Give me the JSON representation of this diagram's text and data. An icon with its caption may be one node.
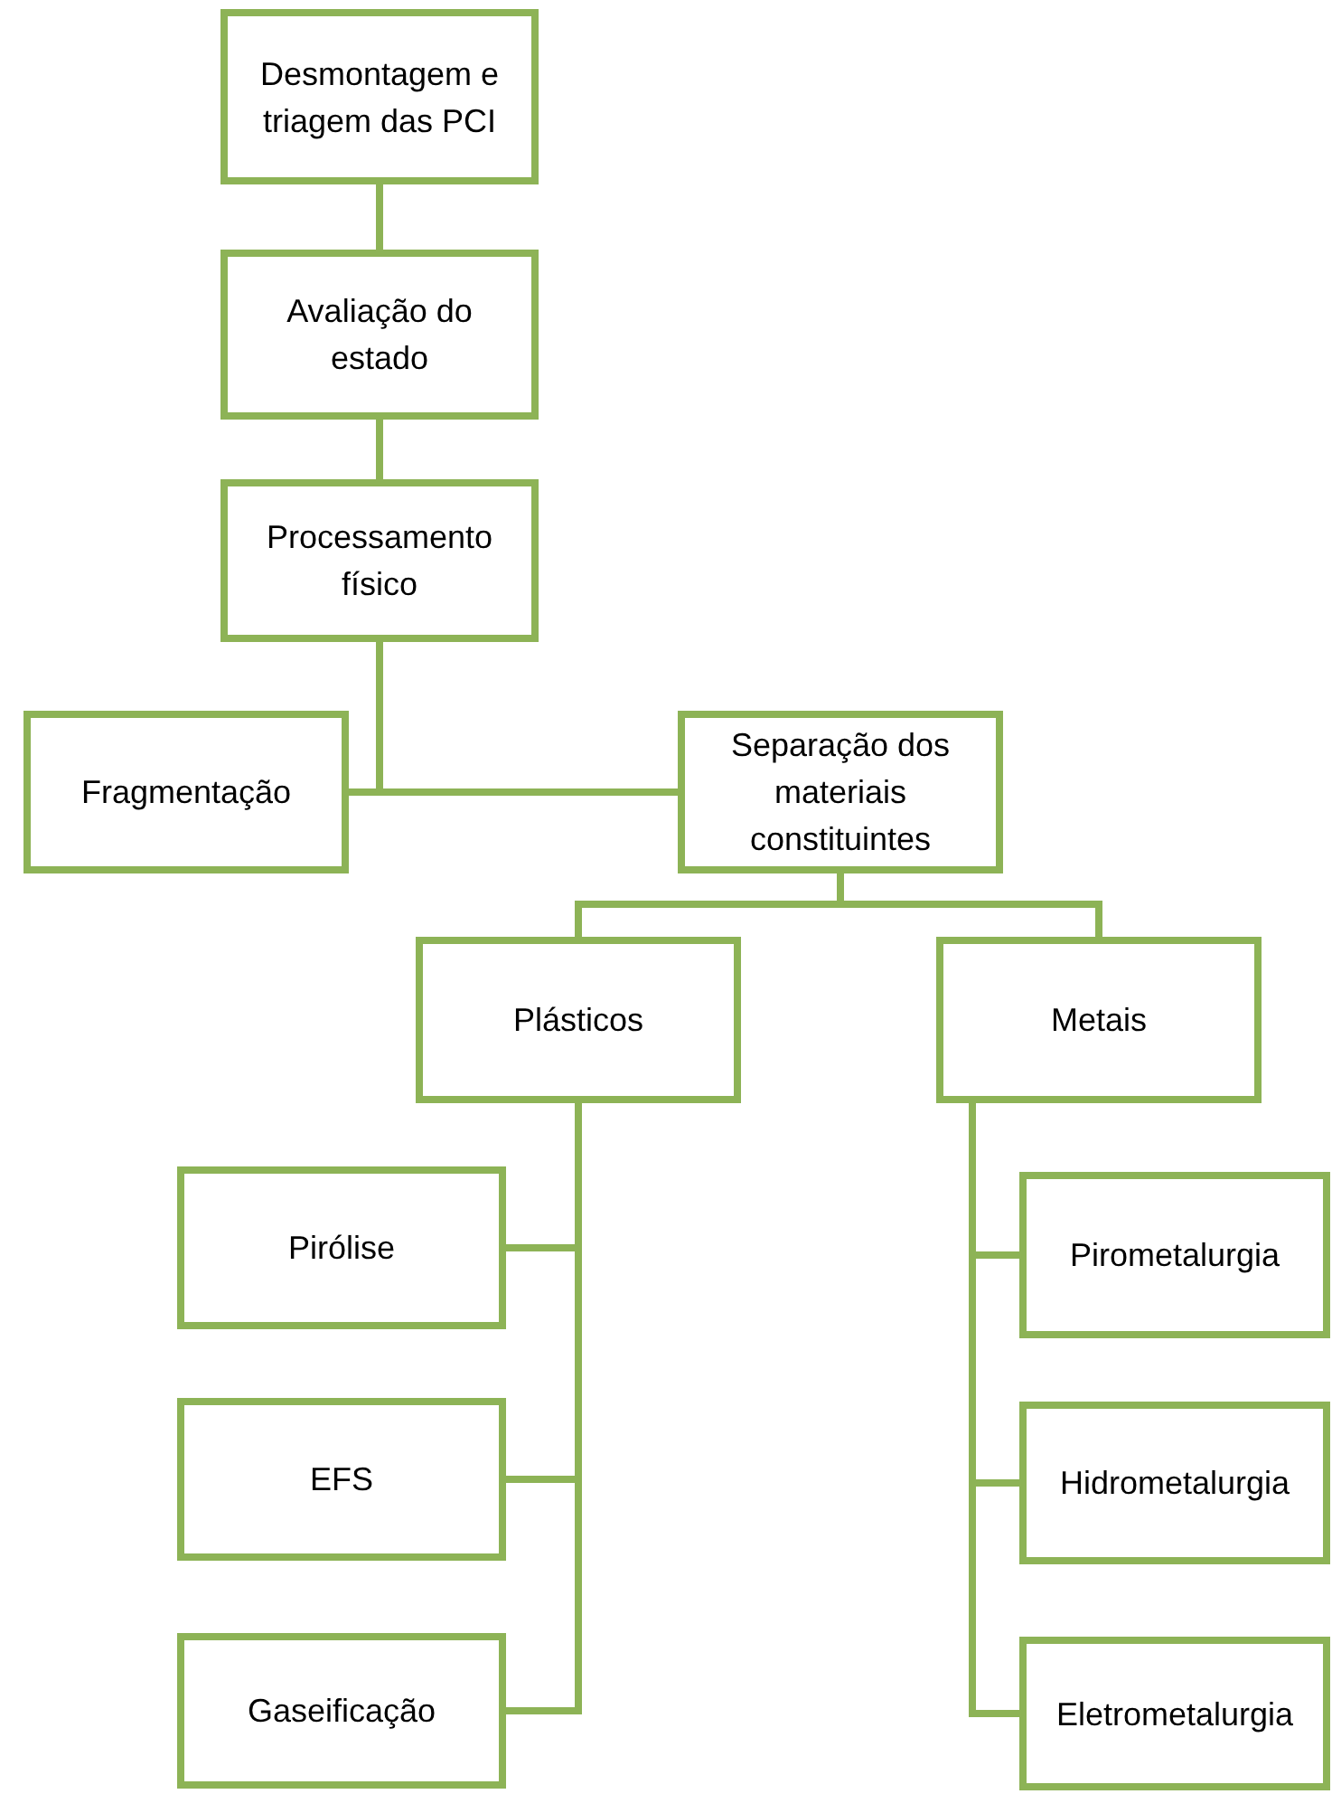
{
  "diagram": {
    "nodes": [
      {
        "text": [
          "Desmontagem e triagem das PCI"
        ]
      },
      {
        "text": [
          "Avaliação do estado"
        ]
      },
      {
        "text": [
          "Processamento físico"
        ]
      },
      {
        "text": [
          "Fragmentação"
        ]
      },
      {
        "text": [
          "Separação dos materiais constituintes"
        ]
      },
      {
        "text": [
          "Plásticos"
        ]
      },
      {
        "text": [
          "Metais"
        ]
      },
      {
        "text": [
          "Pirólise"
        ]
      },
      {
        "text": [
          "EFS"
        ]
      },
      {
        "text": [
          "Gaseificação"
        ]
      },
      {
        "text": [
          "Pirometalurgia"
        ]
      },
      {
        "text": [
          "Hidrometalurgia"
        ]
      },
      {
        "text": [
          "Eletrometalurgia"
        ]
      }
    ],
    "edges": [
      {
        "from": 0,
        "to": 1,
        "arrow": "none"
      },
      {
        "from": 1,
        "to": 2,
        "arrow": "none"
      },
      {
        "from": 2,
        "to": 3,
        "arrow": "none"
      },
      {
        "from": 2,
        "to": 4,
        "arrow": "none"
      },
      {
        "from": 4,
        "to": 5,
        "arrow": "none"
      },
      {
        "from": 4,
        "to": 6,
        "arrow": "none"
      },
      {
        "from": 5,
        "to": 7,
        "arrow": "none"
      },
      {
        "from": 5,
        "to": 8,
        "arrow": "none"
      },
      {
        "from": 5,
        "to": 9,
        "arrow": "none"
      },
      {
        "from": 6,
        "to": 10,
        "arrow": "none"
      },
      {
        "from": 6,
        "to": 11,
        "arrow": "none"
      },
      {
        "from": 6,
        "to": 12,
        "arrow": "none"
      }
    ]
  }
}
